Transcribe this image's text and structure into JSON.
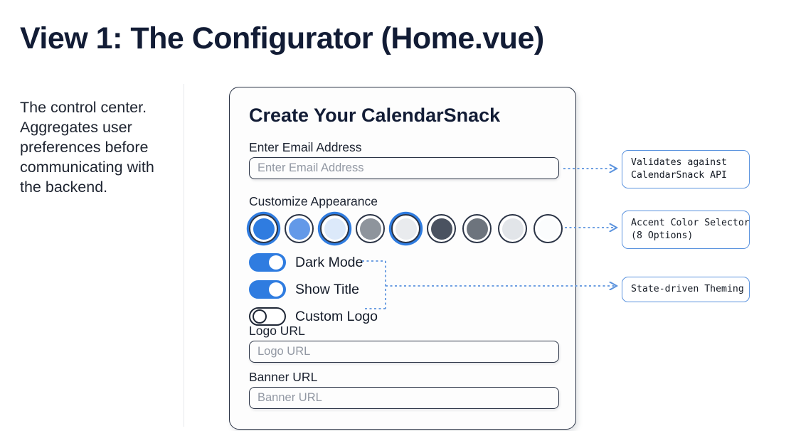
{
  "page": {
    "title": "View 1: The Configurator (Home.vue)",
    "description": "The control center. Aggregates user preferences before communicating with the backend."
  },
  "card": {
    "title": "Create Your CalendarSnack",
    "email_field": {
      "label": "Enter Email Address",
      "placeholder": "Enter Email Address",
      "value": ""
    },
    "appearance_label": "Customize Appearance",
    "swatches": [
      {
        "name": "swatch-blue-vivid",
        "color": "#2f7ce0",
        "selected": true
      },
      {
        "name": "swatch-blue-medium",
        "color": "#6399e8",
        "selected": false
      },
      {
        "name": "swatch-blue-pale",
        "color": "#dce9fa",
        "selected": true
      },
      {
        "name": "swatch-gray-mid",
        "color": "#8e949c",
        "selected": false
      },
      {
        "name": "swatch-gray-light",
        "color": "#e9ebee",
        "selected": true
      },
      {
        "name": "swatch-slate-dark",
        "color": "#4a5260",
        "selected": false
      },
      {
        "name": "swatch-gray-dark",
        "color": "#6d747d",
        "selected": false
      },
      {
        "name": "swatch-gray-pale",
        "color": "#e2e5e9",
        "selected": false
      },
      {
        "name": "swatch-white",
        "color": "#fbfcfd",
        "selected": false
      }
    ],
    "toggles": [
      {
        "name": "dark-mode",
        "label": "Dark Mode",
        "on": true
      },
      {
        "name": "show-title",
        "label": "Show Title",
        "on": true
      },
      {
        "name": "custom-logo",
        "label": "Custom Logo",
        "on": false
      }
    ],
    "logo_field": {
      "label": "Logo URL",
      "placeholder": "Logo URL",
      "value": ""
    },
    "banner_field": {
      "label": "Banner URL",
      "placeholder": "Banner URL",
      "value": ""
    }
  },
  "callouts": [
    {
      "name": "callout-email-validation",
      "text": "Validates against\nCalendarSnack API"
    },
    {
      "name": "callout-accent-selector",
      "text": "Accent Color Selector\n(8 Options)"
    },
    {
      "name": "callout-state-theming",
      "text": "State-driven Theming"
    }
  ],
  "colors": {
    "accent": "#2f7ce0",
    "ink": "#121c35",
    "connector": "#5b93de",
    "card_border": "#2b3446"
  }
}
